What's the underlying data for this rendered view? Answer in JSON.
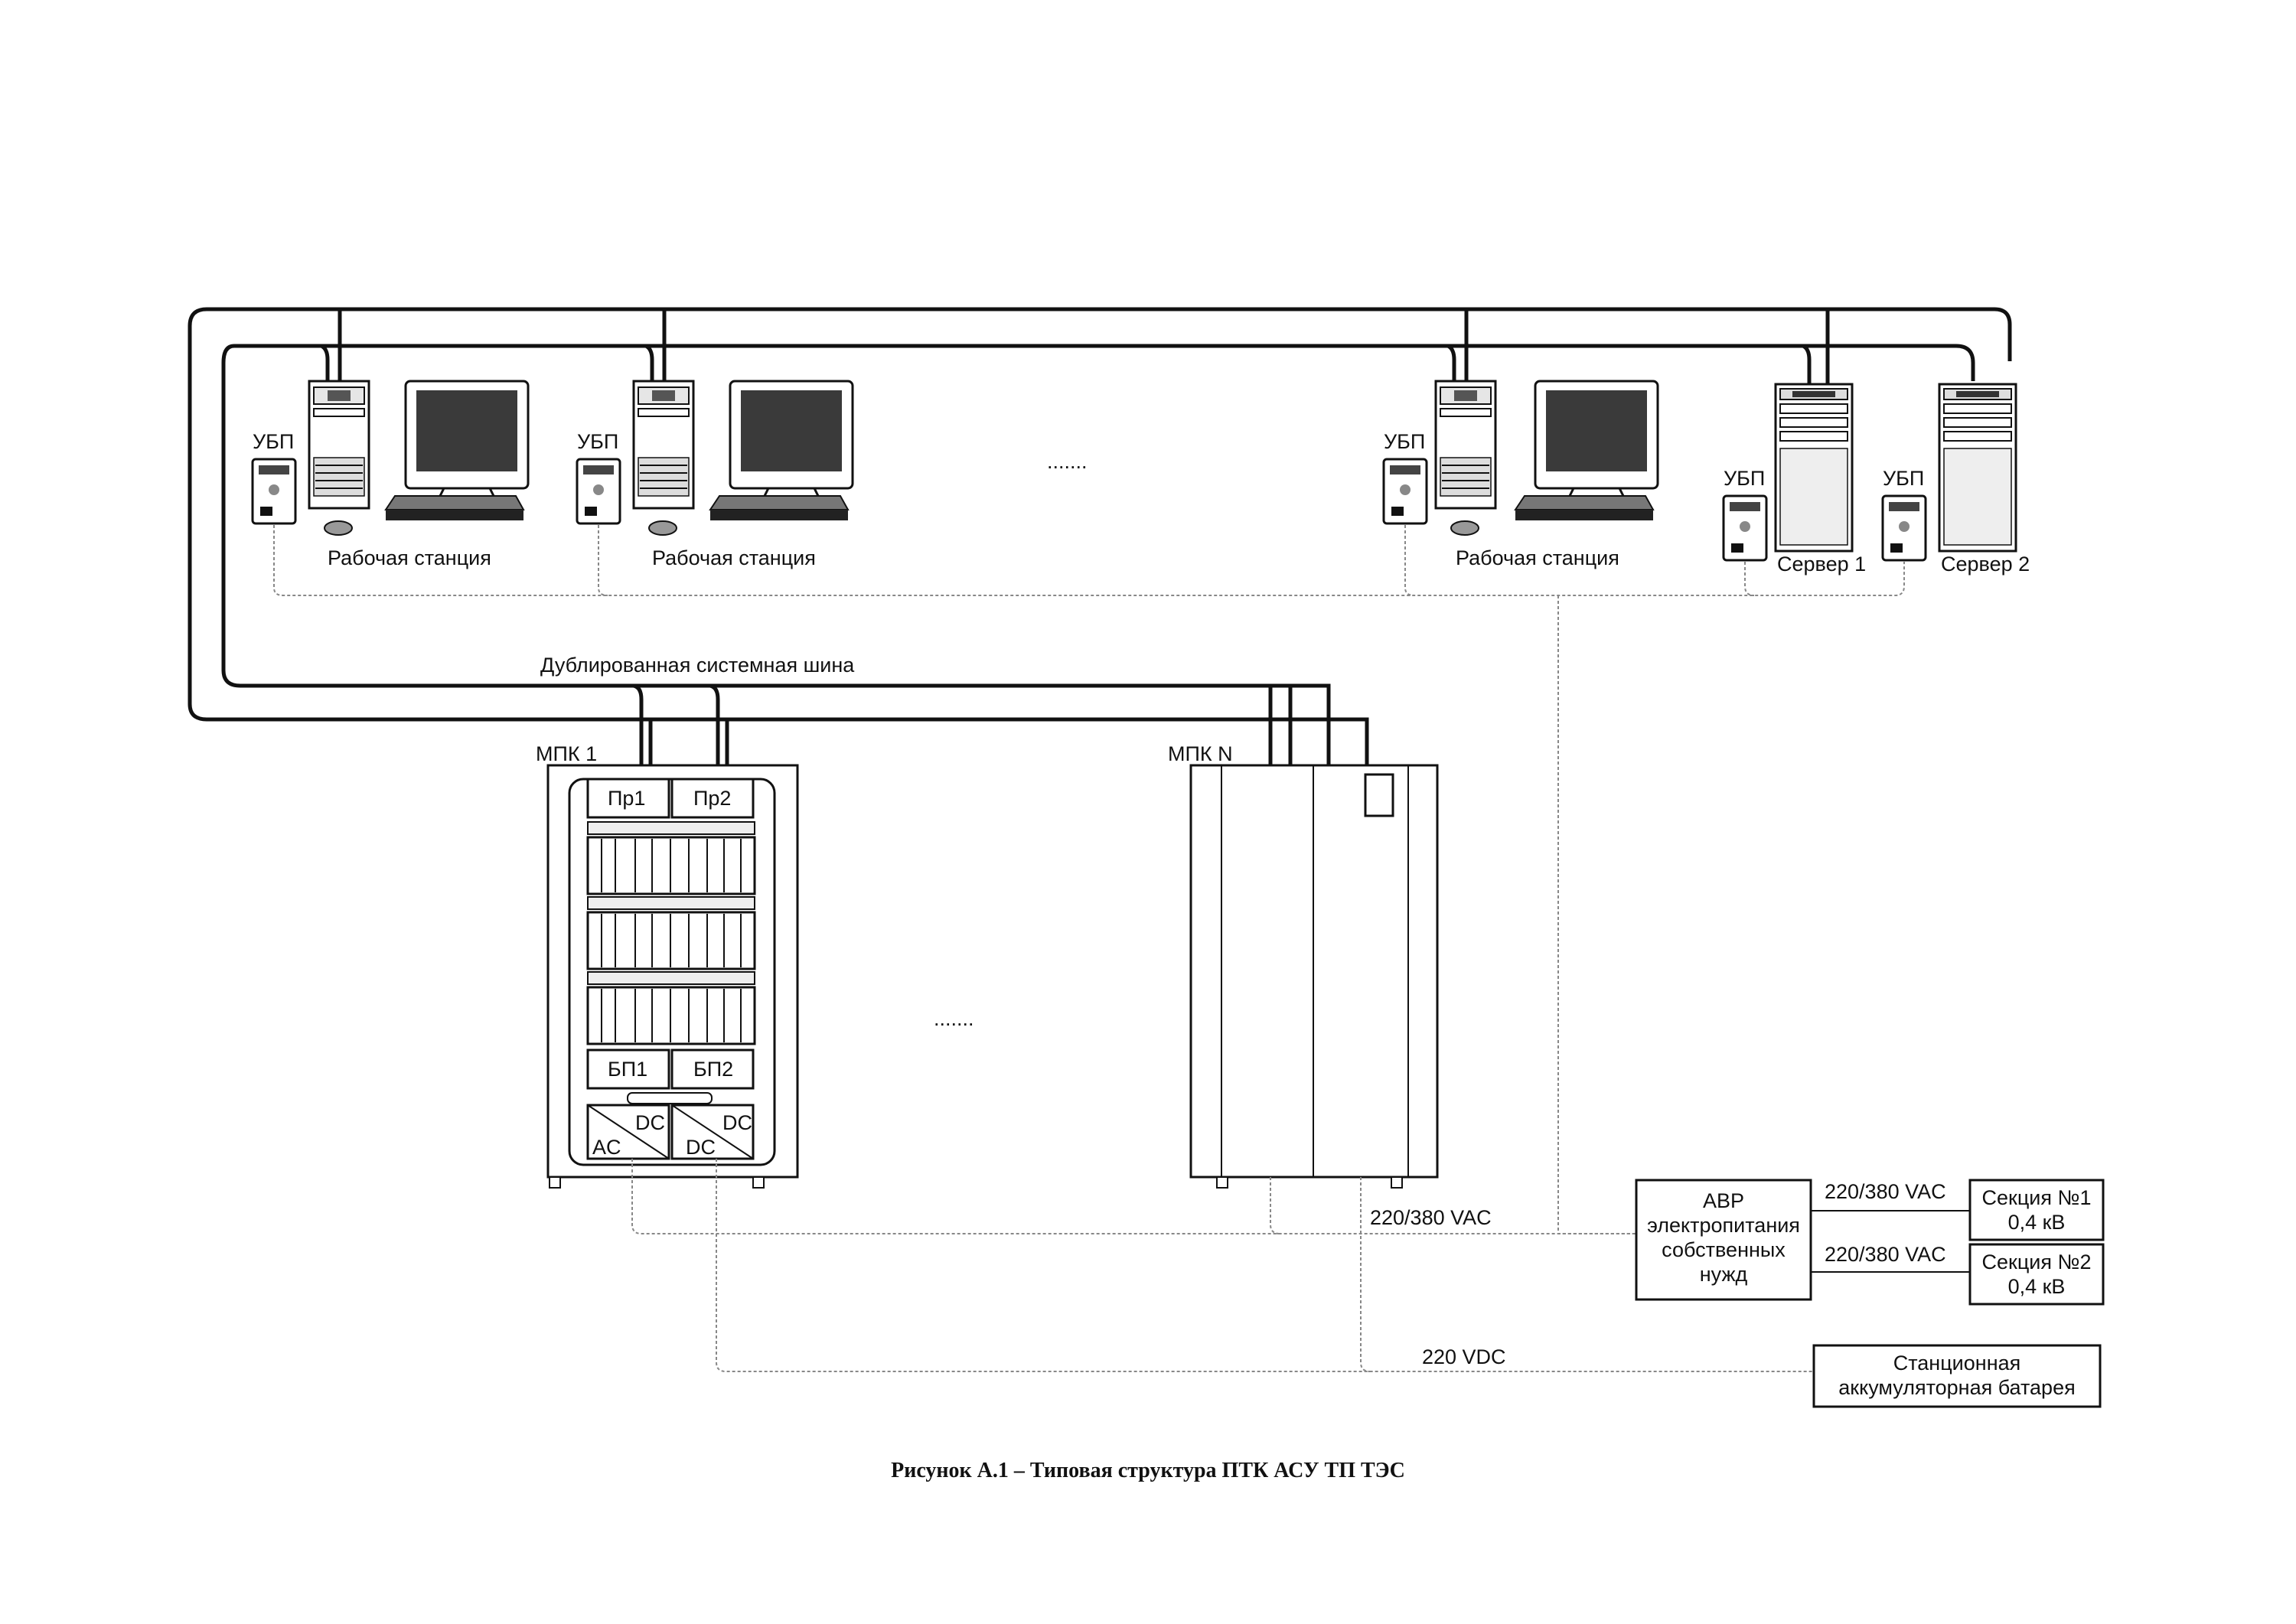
{
  "bus_label": "Дублированная системная шина",
  "workstations": [
    {
      "label": "Рабочая станция",
      "ups_label": "УБП"
    },
    {
      "label": "Рабочая станция",
      "ups_label": "УБП"
    },
    {
      "label": "Рабочая станция",
      "ups_label": "УБП"
    }
  ],
  "servers": [
    {
      "label": "Сервер 1",
      "ups_label": "УБП"
    },
    {
      "label": "Сервер 2",
      "ups_label": "УБП"
    }
  ],
  "ellipsis_top": ".......",
  "ellipsis_mid": ".......",
  "cabinet1": {
    "label": "МПК 1",
    "proc1": "Пр1",
    "proc2": "Пр2",
    "psu1": "БП1",
    "psu2": "БП2",
    "conv_dc": "DC",
    "conv_ac": "AC"
  },
  "cabinetN": {
    "label": "МПК N"
  },
  "avr": {
    "line1": "АВР",
    "line2": "электропитания",
    "line3": "собственных",
    "line4": "нужд"
  },
  "section1": {
    "line1": "Секция №1",
    "line2": "0,4 кВ"
  },
  "section2": {
    "line1": "Секция №2",
    "line2": "0,4 кВ"
  },
  "vac_label_1": "220/380 VAC",
  "vac_label_2": "220/380 VAC",
  "vac_label_main": "220/380 VAC",
  "vdc_label": "220 VDC",
  "battery": {
    "line1": "Станционная",
    "line2": "аккумуляторная батарея"
  },
  "caption": "Рисунок А.1 – Типовая структура ПТК АСУ ТП ТЭС"
}
